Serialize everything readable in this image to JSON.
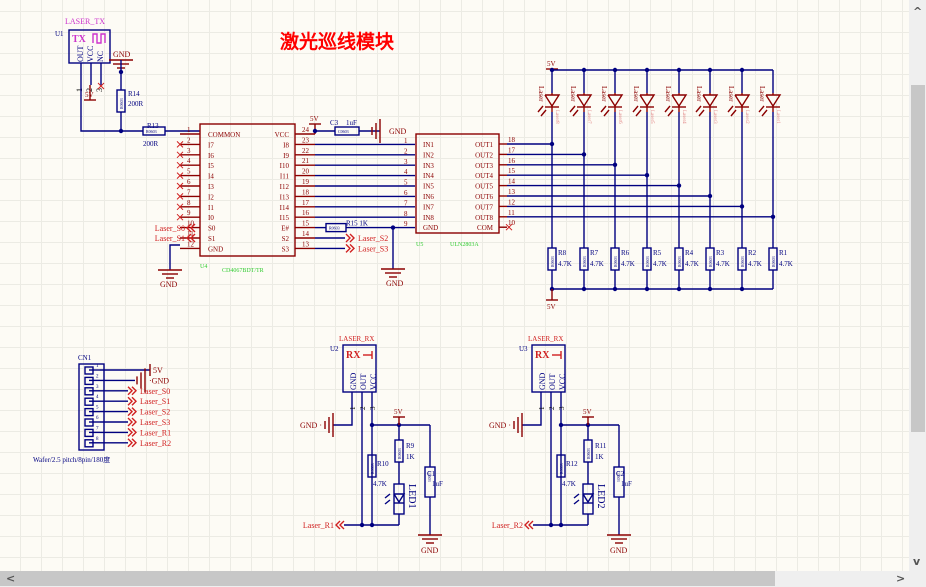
{
  "title": "激光巡线模块",
  "colors": {
    "wire": "#000080",
    "part": "#8b0000",
    "label": "#d02020",
    "designator": "#000080",
    "green": "#33cc33",
    "pin": "#8b0000"
  },
  "u1": {
    "comment": "LASER_TX",
    "designator": "U1",
    "tx": "TX",
    "pins": [
      "OUT",
      "VCC",
      "NC"
    ],
    "pin_nums": [
      "1",
      "2",
      "3"
    ],
    "vcc": "5V",
    "gnd": "GND"
  },
  "r14": {
    "designator": "R14",
    "value": "200R",
    "footprint": "R0603"
  },
  "r13": {
    "designator": "R13",
    "value": "200R",
    "footprint": "R0603"
  },
  "u4": {
    "designator": "U4",
    "part": "CD4067BDT/TR",
    "left_pins": [
      {
        "num": "1",
        "name": "COMMON"
      },
      {
        "num": "2",
        "name": "I7"
      },
      {
        "num": "3",
        "name": "I6"
      },
      {
        "num": "4",
        "name": "I5"
      },
      {
        "num": "5",
        "name": "I4"
      },
      {
        "num": "6",
        "name": "I3"
      },
      {
        "num": "7",
        "name": "I2"
      },
      {
        "num": "8",
        "name": "I1"
      },
      {
        "num": "9",
        "name": "I0"
      },
      {
        "num": "10",
        "name": "S0"
      },
      {
        "num": "11",
        "name": "S1"
      },
      {
        "num": "12",
        "name": "GND"
      }
    ],
    "right_pins": [
      {
        "num": "24",
        "name": "VCC"
      },
      {
        "num": "23",
        "name": "I8"
      },
      {
        "num": "22",
        "name": "I9"
      },
      {
        "num": "21",
        "name": "I10"
      },
      {
        "num": "20",
        "name": "I11"
      },
      {
        "num": "19",
        "name": "I12"
      },
      {
        "num": "18",
        "name": "I13"
      },
      {
        "num": "17",
        "name": "I14"
      },
      {
        "num": "16",
        "name": "I15"
      },
      {
        "num": "15",
        "name": "E#"
      },
      {
        "num": "14",
        "name": "S2"
      },
      {
        "num": "13",
        "name": "S3"
      }
    ],
    "gnd": "GND"
  },
  "c3": {
    "designator": "C3",
    "value": "1uF",
    "footprint": "C0603",
    "vcc": "5V",
    "gnd": "GND"
  },
  "r15": {
    "designator": "R15",
    "value": "1K",
    "footprint": "R0603"
  },
  "u5": {
    "designator": "U5",
    "part": "ULN2803A",
    "left_pins": [
      {
        "num": "1",
        "name": "IN1"
      },
      {
        "num": "2",
        "name": "IN2"
      },
      {
        "num": "3",
        "name": "IN3"
      },
      {
        "num": "4",
        "name": "IN4"
      },
      {
        "num": "5",
        "name": "IN5"
      },
      {
        "num": "6",
        "name": "IN6"
      },
      {
        "num": "7",
        "name": "IN7"
      },
      {
        "num": "8",
        "name": "IN8"
      },
      {
        "num": "9",
        "name": "GND"
      }
    ],
    "right_pins": [
      {
        "num": "18",
        "name": "OUT1"
      },
      {
        "num": "17",
        "name": "OUT2"
      },
      {
        "num": "16",
        "name": "OUT3"
      },
      {
        "num": "15",
        "name": "OUT4"
      },
      {
        "num": "14",
        "name": "OUT5"
      },
      {
        "num": "13",
        "name": "OUT6"
      },
      {
        "num": "12",
        "name": "OUT7"
      },
      {
        "num": "11",
        "name": "OUT8"
      },
      {
        "num": "10",
        "name": "COM"
      }
    ],
    "gnd": "GND"
  },
  "net_labels": {
    "s0": "Laser_S0",
    "s1": "Laser_S1",
    "s2": "Laser_S2",
    "s3": "Laser_S3",
    "r1": "Laser_R1",
    "r2": "Laser_R2"
  },
  "laser_bank": {
    "vcc_top": "5V",
    "vcc_bottom": "5V",
    "lasers": [
      {
        "comment": "Laser",
        "designator": "Laser8"
      },
      {
        "comment": "Laser",
        "designator": "Laser7"
      },
      {
        "comment": "Laser",
        "designator": "Laser6"
      },
      {
        "comment": "Laser",
        "designator": "Laser5"
      },
      {
        "comment": "Laser",
        "designator": "Laser4"
      },
      {
        "comment": "Laser",
        "designator": "Laser3"
      },
      {
        "comment": "Laser",
        "designator": "Laser2"
      },
      {
        "comment": "Laser",
        "designator": "Laser1"
      }
    ],
    "resistors": [
      {
        "designator": "R8",
        "value": "4.7K"
      },
      {
        "designator": "R7",
        "value": "4.7K"
      },
      {
        "designator": "R6",
        "value": "4.7K"
      },
      {
        "designator": "R5",
        "value": "4.7K"
      },
      {
        "designator": "R4",
        "value": "4.7K"
      },
      {
        "designator": "R3",
        "value": "4.7K"
      },
      {
        "designator": "R2",
        "value": "4.7K"
      },
      {
        "designator": "R1",
        "value": "4.7K"
      }
    ]
  },
  "cn1": {
    "designator": "CN1",
    "description": "Wafer/2.5 pitch/8pin/180度",
    "pins": [
      "1",
      "2",
      "3",
      "4",
      "5",
      "6",
      "7",
      "8"
    ],
    "nets": [
      "5V",
      "GND",
      "Laser_S0",
      "Laser_S1",
      "Laser_S2",
      "Laser_S3",
      "Laser_R1",
      "Laser_R2"
    ]
  },
  "receivers": [
    {
      "comment": "LASER_RX",
      "designator": "U2",
      "rx": "RX",
      "pins": [
        "GND",
        "OUT",
        "VCC"
      ],
      "pin_nums": [
        "1",
        "2",
        "3"
      ],
      "gnd": "GND",
      "vcc": "5V",
      "r_pull": {
        "designator": "R10",
        "value": "4.7K"
      },
      "r_led": {
        "designator": "R9",
        "value": "1K"
      },
      "led": "LED1",
      "cap": {
        "designator": "C1",
        "value": "1uF"
      },
      "net": "Laser_R1",
      "gnd_bottom": "GND"
    },
    {
      "comment": "LASER_RX",
      "designator": "U3",
      "rx": "RX",
      "pins": [
        "GND",
        "OUT",
        "VCC"
      ],
      "pin_nums": [
        "1",
        "2",
        "3"
      ],
      "gnd": "GND",
      "vcc": "5V",
      "r_pull": {
        "designator": "R12",
        "value": "4.7K"
      },
      "r_led": {
        "designator": "R11",
        "value": "1K"
      },
      "led": "LED2",
      "cap": {
        "designator": "C2",
        "value": "1uF"
      },
      "net": "Laser_R2",
      "gnd_bottom": "GND"
    }
  ],
  "footprints": {
    "r": "R0603",
    "c": "C0603"
  },
  "scrollbars": {
    "up": "^",
    "down": "v",
    "left": "<",
    "right": ">"
  }
}
